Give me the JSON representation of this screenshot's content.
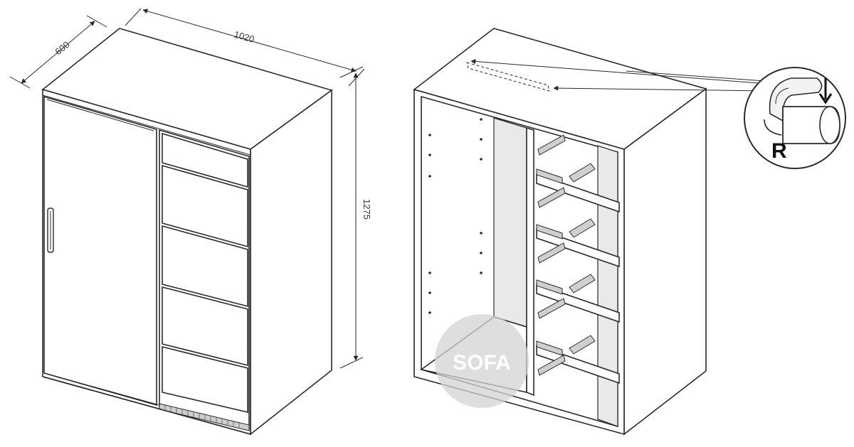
{
  "dimensions": {
    "width_label": "1020",
    "depth_label": "600",
    "height_label": "1275"
  },
  "callout": {
    "letter": "R"
  },
  "watermark": {
    "text": "SOFA"
  }
}
